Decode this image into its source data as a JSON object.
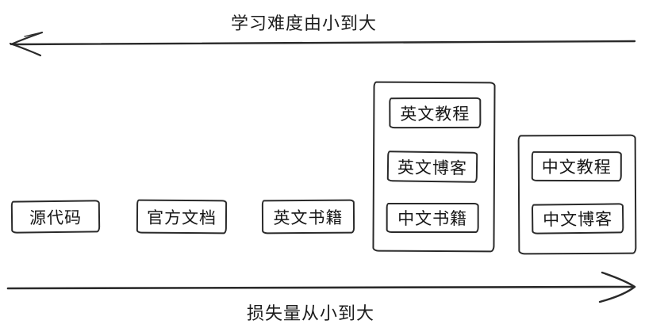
{
  "diagram": {
    "top_axis": {
      "label": "学习难度由小到大",
      "direction": "left"
    },
    "bottom_axis": {
      "label": "损失量从小到大",
      "direction": "right"
    },
    "standalone_boxes": [
      {
        "label": "源代码"
      },
      {
        "label": "官方文档"
      },
      {
        "label": "英文书籍"
      }
    ],
    "groups": [
      {
        "items": [
          "英文教程",
          "英文博客",
          "中文书籍"
        ]
      },
      {
        "items": [
          "中文教程",
          "中文博客"
        ]
      }
    ],
    "colors": {
      "stroke": "#2a2a2a",
      "text": "#1c1c1c",
      "background": "#ffffff"
    }
  }
}
